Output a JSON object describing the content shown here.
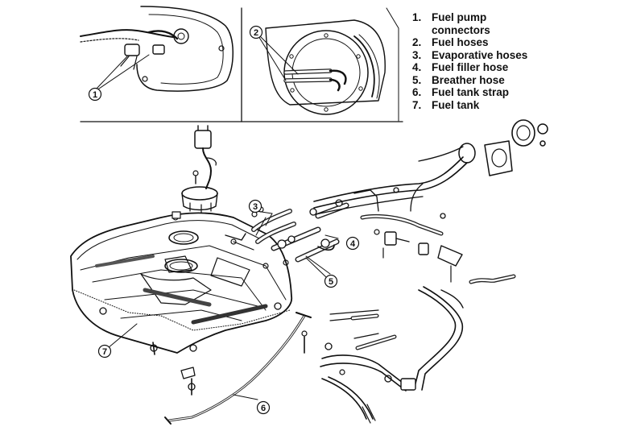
{
  "legend": [
    {
      "num": "1.",
      "label": "Fuel pump connectors",
      "lines": [
        "Fuel pump",
        "connectors"
      ]
    },
    {
      "num": "2.",
      "label": "Fuel hoses"
    },
    {
      "num": "3.",
      "label": "Evaporative hoses"
    },
    {
      "num": "4.",
      "label": "Fuel filler hose"
    },
    {
      "num": "5.",
      "label": "Breather hose"
    },
    {
      "num": "6.",
      "label": "Fuel tank strap"
    },
    {
      "num": "7.",
      "label": "Fuel tank"
    }
  ],
  "callouts": {
    "c1": "1",
    "c2": "2",
    "c3": "3",
    "c4": "4",
    "c5": "5",
    "c6": "6",
    "c7": "7"
  }
}
